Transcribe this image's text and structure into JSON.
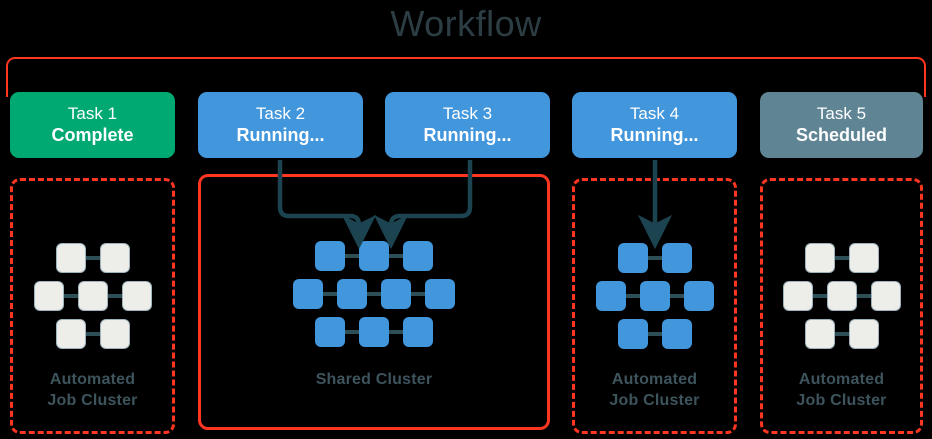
{
  "title": "Workflow",
  "colors": {
    "background": "#000000",
    "title_text": "#2c3e44",
    "accent_red": "#ff3621",
    "task_complete": "#00a972",
    "task_running": "#4296dc",
    "task_scheduled": "#5f8494",
    "node_light": "#ededea",
    "node_blue": "#4296dc",
    "connector": "#2f4f58",
    "cluster_label": "#3d545d"
  },
  "tasks": [
    {
      "name": "Task 1",
      "status": "Complete",
      "state": "complete",
      "color": "#00a972"
    },
    {
      "name": "Task 2",
      "status": "Running...",
      "state": "running",
      "color": "#4296dc"
    },
    {
      "name": "Task 3",
      "status": "Running...",
      "state": "running",
      "color": "#4296dc"
    },
    {
      "name": "Task 4",
      "status": "Running...",
      "state": "running",
      "color": "#4296dc"
    },
    {
      "name": "Task 5",
      "status": "Scheduled",
      "state": "scheduled",
      "color": "#5f8494"
    }
  ],
  "clusters": [
    {
      "label_line1": "Automated",
      "label_line2": "Job Cluster",
      "border": "dashed",
      "node_color": "light",
      "node_rows": [
        2,
        3,
        2
      ]
    },
    {
      "label_line1": "Shared Cluster",
      "label_line2": "",
      "border": "solid",
      "node_color": "blue",
      "node_rows": [
        3,
        4,
        3
      ]
    },
    {
      "label_line1": "Automated",
      "label_line2": "Job Cluster",
      "border": "dashed",
      "node_color": "blue",
      "node_rows": [
        2,
        3,
        2
      ]
    },
    {
      "label_line1": "Automated",
      "label_line2": "Job Cluster",
      "border": "dashed",
      "node_color": "light",
      "node_rows": [
        2,
        3,
        2
      ]
    }
  ],
  "arrows": [
    {
      "from_task": "Task 2",
      "to_cluster": "Shared Cluster"
    },
    {
      "from_task": "Task 3",
      "to_cluster": "Shared Cluster"
    },
    {
      "from_task": "Task 4",
      "to_cluster": "Automated Job Cluster"
    }
  ]
}
